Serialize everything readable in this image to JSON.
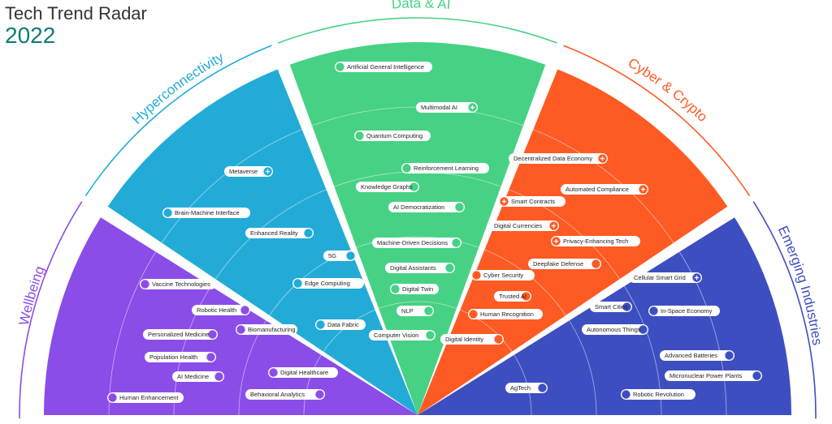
{
  "header": {
    "title": "Tech Trend Radar",
    "year": "2022"
  },
  "segments": [
    {
      "id": "wellbeing",
      "label": "Wellbeing",
      "color": "#8a4de8",
      "items": [
        {
          "label": "Vaccine Technologies",
          "plus": false
        },
        {
          "label": "Robotic Health",
          "plus": false
        },
        {
          "label": "Personalized Medicine",
          "plus": false
        },
        {
          "label": "Biomanufacturing",
          "plus": false
        },
        {
          "label": "Population Health",
          "plus": false
        },
        {
          "label": "AI Medicine",
          "plus": false
        },
        {
          "label": "Digital Healthcare",
          "plus": false
        },
        {
          "label": "Human Enhancement",
          "plus": false
        },
        {
          "label": "Behavioral Analytics",
          "plus": false
        }
      ]
    },
    {
      "id": "hyperconnectivity",
      "label": "Hyperconnectivity",
      "color": "#23abd8",
      "items": [
        {
          "label": "Metaverse",
          "plus": true
        },
        {
          "label": "Brain-Machine Interface",
          "plus": false
        },
        {
          "label": "Enhanced Reality",
          "plus": false
        },
        {
          "label": "5G",
          "plus": false
        },
        {
          "label": "Edge Computing",
          "plus": false
        },
        {
          "label": "Data Fabric",
          "plus": false
        }
      ]
    },
    {
      "id": "data-ai",
      "label": "Data & AI",
      "color": "#47d184",
      "items": [
        {
          "label": "Artificial General Intelligence",
          "plus": false
        },
        {
          "label": "Multimodal AI",
          "plus": true
        },
        {
          "label": "Quantum Computing",
          "plus": false
        },
        {
          "label": "Reinforcement Learning",
          "plus": false
        },
        {
          "label": "Knowledge Graphs",
          "plus": false
        },
        {
          "label": "AI Democratization",
          "plus": false
        },
        {
          "label": "Machine-Driven Decisions",
          "plus": false
        },
        {
          "label": "Digital Assistants",
          "plus": false
        },
        {
          "label": "Digital Twin",
          "plus": false
        },
        {
          "label": "NLP",
          "plus": false
        },
        {
          "label": "Computer Vision",
          "plus": false
        }
      ]
    },
    {
      "id": "cyber-crypto",
      "label": "Cyber & Crypto",
      "color": "#fe5a24",
      "items": [
        {
          "label": "Decentralized Data Economy",
          "plus": true
        },
        {
          "label": "Automated Compliance",
          "plus": true
        },
        {
          "label": "Smart Contracts",
          "plus": true
        },
        {
          "label": "Digital Currencies",
          "plus": true
        },
        {
          "label": "Privacy-Enhancing Tech",
          "plus": true
        },
        {
          "label": "Deepfake Defense",
          "plus": false
        },
        {
          "label": "Cyber Security",
          "plus": false
        },
        {
          "label": "Trusted AI",
          "plus": false
        },
        {
          "label": "Human Recognition",
          "plus": false
        },
        {
          "label": "Digital Identity",
          "plus": false
        }
      ]
    },
    {
      "id": "emerging",
      "label": "Emerging Industries",
      "color": "#3d4fc0",
      "items": [
        {
          "label": "Cellular Smart Grid",
          "plus": true
        },
        {
          "label": "Smart Cities",
          "plus": false
        },
        {
          "label": "In-Space Economy",
          "plus": false
        },
        {
          "label": "Autonomous Things",
          "plus": false
        },
        {
          "label": "Advanced Batteries",
          "plus": false
        },
        {
          "label": "Micronuclear Power Plants",
          "plus": false
        },
        {
          "label": "AgTech",
          "plus": false
        },
        {
          "label": "Robotic Revolution",
          "plus": false
        }
      ]
    }
  ]
}
